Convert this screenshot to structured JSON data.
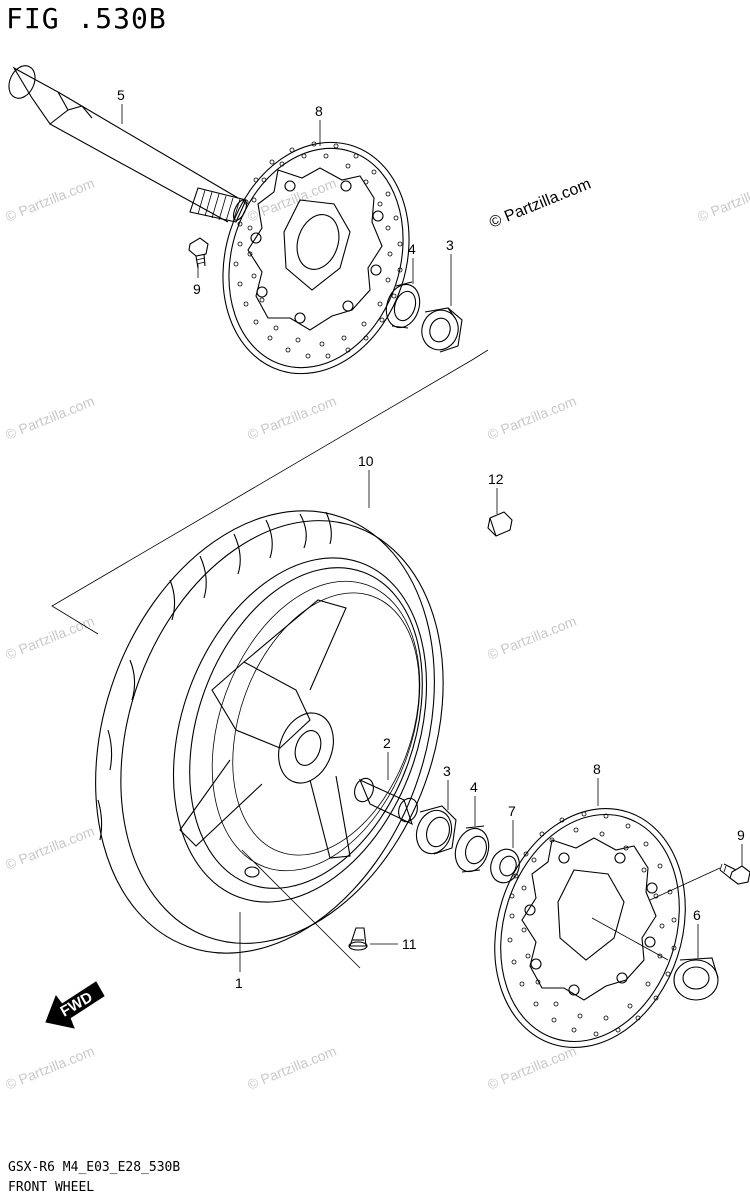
{
  "figure": {
    "title": "FIG .530B",
    "model_code": "GSX-R6 M4_E03_E28_530B",
    "section": "FRONT WHEEL"
  },
  "watermark": {
    "text": "© Partzilla.com",
    "featured_text": "© Partzilla.com"
  },
  "direction_arrow": {
    "label": "FWD"
  },
  "callouts": {
    "c1": "1",
    "c2": "2",
    "c3a": "3",
    "c3b": "3",
    "c4a": "4",
    "c4b": "4",
    "c5": "5",
    "c6": "6",
    "c7": "7",
    "c8a": "8",
    "c8b": "8",
    "c9a": "9",
    "c9b": "9",
    "c10": "10",
    "c11": "11",
    "c12": "12"
  }
}
